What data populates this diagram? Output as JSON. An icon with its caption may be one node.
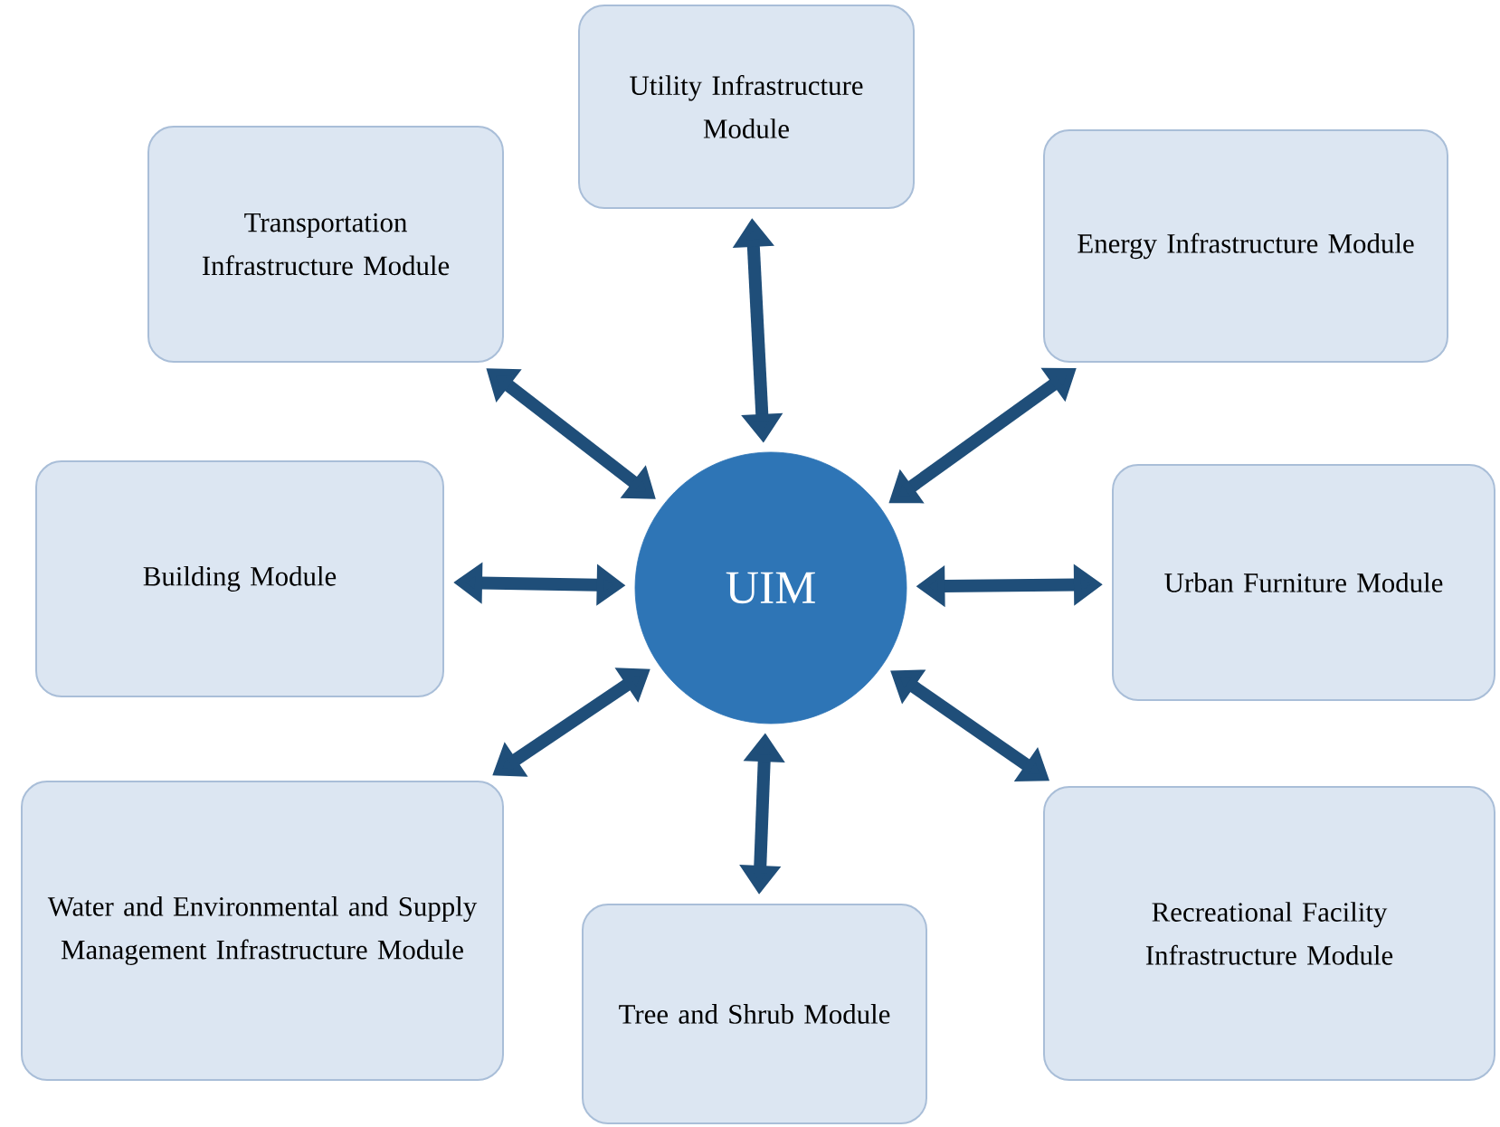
{
  "diagram": {
    "nodes": [
      {
        "text": [
          "Utility Infrastructure Module"
        ]
      },
      {
        "text": [
          "Transportation Infrastructure Module"
        ]
      },
      {
        "text": [
          "Energy Infrastructure Module"
        ]
      },
      {
        "text": [
          "Building Module"
        ]
      },
      {
        "text": [
          "UIM"
        ]
      },
      {
        "text": [
          "Urban Furniture Module"
        ]
      },
      {
        "text": [
          "Water and Environmental and Supply Management Infrastructure Module"
        ]
      },
      {
        "text": [
          "Tree and Shrub Module"
        ]
      },
      {
        "text": [
          "Recreational Facility Infrastructure Module"
        ]
      }
    ],
    "edges": [
      {
        "from": 4,
        "to": 0,
        "arrow": "both"
      },
      {
        "from": 4,
        "to": 1,
        "arrow": "both"
      },
      {
        "from": 4,
        "to": 2,
        "arrow": "both"
      },
      {
        "from": 4,
        "to": 3,
        "arrow": "both"
      },
      {
        "from": 4,
        "to": 5,
        "arrow": "both"
      },
      {
        "from": 4,
        "to": 6,
        "arrow": "both"
      },
      {
        "from": 4,
        "to": 7,
        "arrow": "both"
      },
      {
        "from": 4,
        "to": 8,
        "arrow": "both"
      }
    ]
  }
}
